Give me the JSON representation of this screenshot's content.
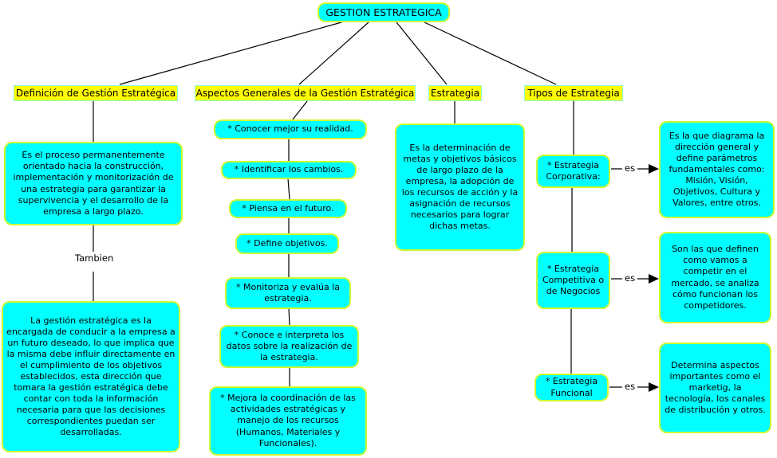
{
  "root": {
    "label": "GESTION ESTRATEGICA"
  },
  "topics": [
    {
      "label": "Definición de Gestión Estratégica"
    },
    {
      "label": "Aspectos Generales de la Gestión Estratégica"
    },
    {
      "label": "Estrategia"
    },
    {
      "label": "Tipos de Estrategia"
    }
  ],
  "definicion": {
    "box1": "Es el proceso permanentemente orientado hacia la construcción, implementación y monitorización de una estrategia para garantizar la supervivencia y el desarrollo de la empresa a largo plazo.",
    "connector": "Tambien",
    "box2": "La gestión estratégica es la encargada de conducir a la empresa a un futuro deseado, lo que implica que la misma debe influir directamente en el cumplimiento de los objetivos establecidos, esta dirección que tomara la gestión estratégica debe contar con toda la información necesaria para que las decisiones correspondientes puedan ser desarrolladas."
  },
  "aspectos": {
    "items": [
      "* Conocer mejor su realidad.",
      "* Identificar los cambios.",
      "* Piensa en el futuro.",
      "* Define objetivos.",
      "* Monitoriza y evalúa la estrategia.",
      "* Conoce e interpreta los datos sobre la realización de la estrategia.",
      "* Mejora la coordinación de las actividades estratégicas y manejo de los recursos (Humanos, Materiales y Funcionales)."
    ]
  },
  "estrategia": {
    "definition": "Es la determinación de metas y objetivos básicos de largo plazo de la empresa, la adopción de los recursos de acción y la asignación de recursos necesarios para lograr dichas metas."
  },
  "tipos": {
    "link_label": "es",
    "items": [
      {
        "tipo": "* Estrategia Corporativa:",
        "descripcion": "Es la que diagrama la dirección general y define parámetros fundamentales como: Misión, Visión, Objetivos, Cultura y Valores, entre otros."
      },
      {
        "tipo": "* Estrategia Competitiva o de Negocios",
        "descripcion": "Son las que definen como vamos a competir en el mercado, se analiza cómo funcionan los competidores."
      },
      {
        "tipo": "* Estrategia Funcional",
        "descripcion": "Determina aspectos importantes como el marketig, la tecnología, los canales de distribución y otros."
      }
    ]
  },
  "colors": {
    "node_fill": "#00ffff",
    "node_border": "#cdf932",
    "topic_fill": "#ffff00",
    "topic_border": "#8df7cf",
    "line": "#000000"
  }
}
